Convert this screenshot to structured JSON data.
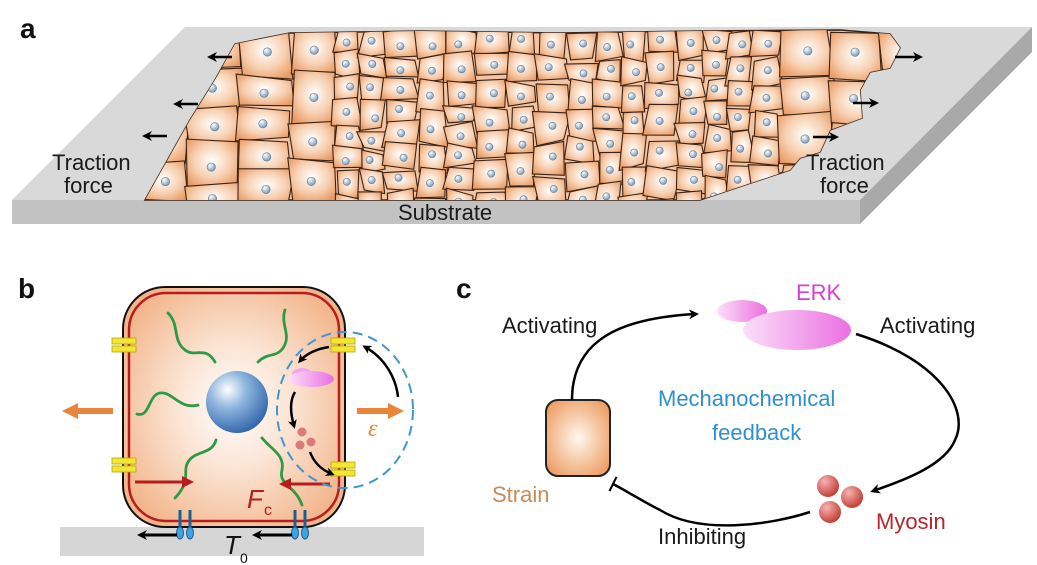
{
  "figure": {
    "panels": [
      {
        "id": "a",
        "label": "a"
      },
      {
        "id": "b",
        "label": "b"
      },
      {
        "id": "c",
        "label": "c"
      }
    ]
  },
  "panel_a": {
    "left_force_label_line1": "Traction",
    "left_force_label_line2": "force",
    "right_force_label_line1": "Traction",
    "right_force_label_line2": "force",
    "substrate_label": "Substrate"
  },
  "panel_b": {
    "contractile_force_symbol": "F",
    "contractile_force_subscript": "c",
    "traction_symbol": "T",
    "traction_subscript": "0",
    "strain_symbol": "ε"
  },
  "panel_c": {
    "erk_label": "ERK",
    "activating_left": "Activating",
    "activating_right": "Activating",
    "center_line1": "Mechanochemical",
    "center_line2": "feedback",
    "strain_label": "Strain",
    "myosin_label": "Myosin",
    "inhibiting_label": "Inhibiting"
  },
  "colors": {
    "cell_fill": "#f2b48a",
    "substrate_top": "#d9d9d9",
    "substrate_side": "#bdbdbd",
    "erk": "#d83fd0",
    "myosin": "#b5262a",
    "strain": "#c98a55",
    "feedback": "#2f8fcf",
    "arrow_orange": "#e8853a",
    "membrane_red": "#b61e1e",
    "actin_green": "#2e9a45",
    "junction_yellow": "#f2e634",
    "nucleus_blue": "#3f7fc4"
  }
}
